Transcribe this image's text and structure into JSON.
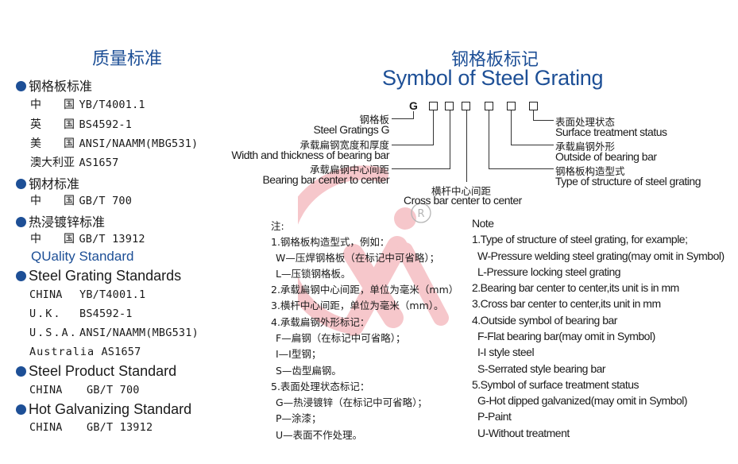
{
  "left": {
    "title": "质量标准",
    "cn_sections": [
      {
        "heading": "钢格板标准",
        "rows": [
          {
            "country": "中　　国",
            "std": "YB/T4001.1"
          },
          {
            "country": "英　　国",
            "std": "BS4592-1"
          },
          {
            "country": "美　　国",
            "std": "ANSI/NAAMM(MBG531)"
          },
          {
            "country": "澳大利亚",
            "std": "AS1657"
          }
        ]
      },
      {
        "heading": "钢材标准",
        "rows": [
          {
            "country": "中　　国",
            "std": "GB/T 700"
          }
        ]
      },
      {
        "heading": "热浸镀锌标准",
        "rows": [
          {
            "country": "中　　国",
            "std": "GB/T 13912"
          }
        ]
      }
    ],
    "en_title": "QUality Standard",
    "en_sections": [
      {
        "heading": "Steel Grating Standards",
        "rows": [
          {
            "country": "CHINA",
            "std": "YB/T4001.1"
          },
          {
            "country": "U.K.",
            "std": "BS4592-1"
          },
          {
            "country": "U.S.A.",
            "std": "ANSI/NAAMM(MBG531)"
          },
          {
            "country": "Australia",
            "std": "AS1657"
          }
        ]
      },
      {
        "heading": "Steel Product Standard",
        "rows": [
          {
            "country": "CHINA",
            "std": "GB/T 700"
          }
        ]
      },
      {
        "heading": "Hot Galvanizing Standard",
        "rows": [
          {
            "country": "CHINA",
            "std": "GB/T 13912"
          }
        ]
      }
    ]
  },
  "symbol": {
    "title_cn": "钢格板标记",
    "title_en": "Symbol of Steel Grating",
    "prefix": "G",
    "box_count": 6,
    "left_labels": [
      {
        "cn": "钢格板",
        "en": "Steel Gratings G"
      },
      {
        "cn": "承载扁钢宽度和厚度",
        "en": "Width and thickness of bearing bar"
      },
      {
        "cn": "承载扁钢中心间距",
        "en": "Bearing bar center to center"
      }
    ],
    "bottom_label": {
      "cn": "横杆中心间距",
      "en": "Cross bar center to center"
    },
    "right_labels": [
      {
        "cn": "表面处理状态",
        "en": "Surface treatment status"
      },
      {
        "cn": "承载扁钢外形",
        "en": "Outside of bearing bar"
      },
      {
        "cn": "钢格板构造型式",
        "en": "Type of structure of steel grating"
      }
    ]
  },
  "notes_cn": {
    "heading": "注:",
    "lines": [
      "1.钢格板构造型式，例如：",
      " W—压焊钢格板（在标记中可省略）；",
      " L—压锁钢格板。",
      "2.承载扁钢中心间距，单位为毫米（mm）",
      "3.横杆中心间距，单位为毫米（mm）。",
      "4.承载扁钢外形标记：",
      " F—扁钢（在标记中可省略）；",
      " I—I型钢；",
      " S—齿型扁钢。",
      "5.表面处理状态标记：",
      " G—热浸镀锌（在标记中可省略）；",
      " P—涂漆；",
      " U—表面不作处理。"
    ]
  },
  "notes_en": {
    "heading": "Note",
    "lines": [
      "1.Type of structure of steel grating, for example;",
      " W-Pressure welding steel grating(may omit in Symbol)",
      " L-Pressure locking steel grating",
      "2.Bearing bar center to center,its unit is in mm",
      "3.Cross bar center to center,its unit in mm",
      "4.Outside symbol of bearing bar",
      " F-Flat bearing bar(may omit in Symbol)",
      " I-I style steel",
      " S-Serrated style bearing bar",
      "5.Symbol of surface treatment status",
      " G-Hot dipped galvanized(may omit in Symbol)",
      " P-Paint",
      " U-Without treatment"
    ]
  },
  "watermark": {
    "registered_mark": "®",
    "color": "#f3b8bd"
  },
  "colors": {
    "accent_blue": "#1d4f96",
    "text": "#1a1a1a"
  }
}
